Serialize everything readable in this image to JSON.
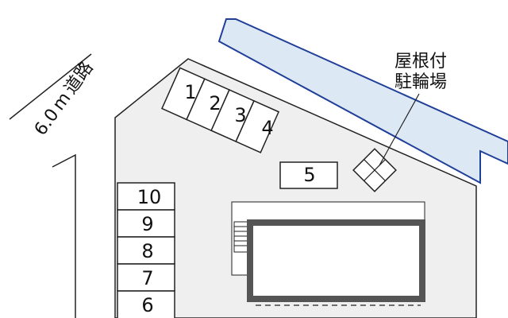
{
  "road": {
    "width": "6.0",
    "unit": "m",
    "name": "道路"
  },
  "bike_shelter": {
    "line1": "屋根付",
    "line2": "駐輪場"
  },
  "parking_spaces": [
    "1",
    "2",
    "3",
    "4",
    "5",
    "10",
    "9",
    "8",
    "7",
    "6"
  ],
  "colors": {
    "lot": "#efefef",
    "water": "#dde8f5",
    "water_edge": "#1f3f99",
    "building_border": "#555555",
    "line": "#222222"
  }
}
